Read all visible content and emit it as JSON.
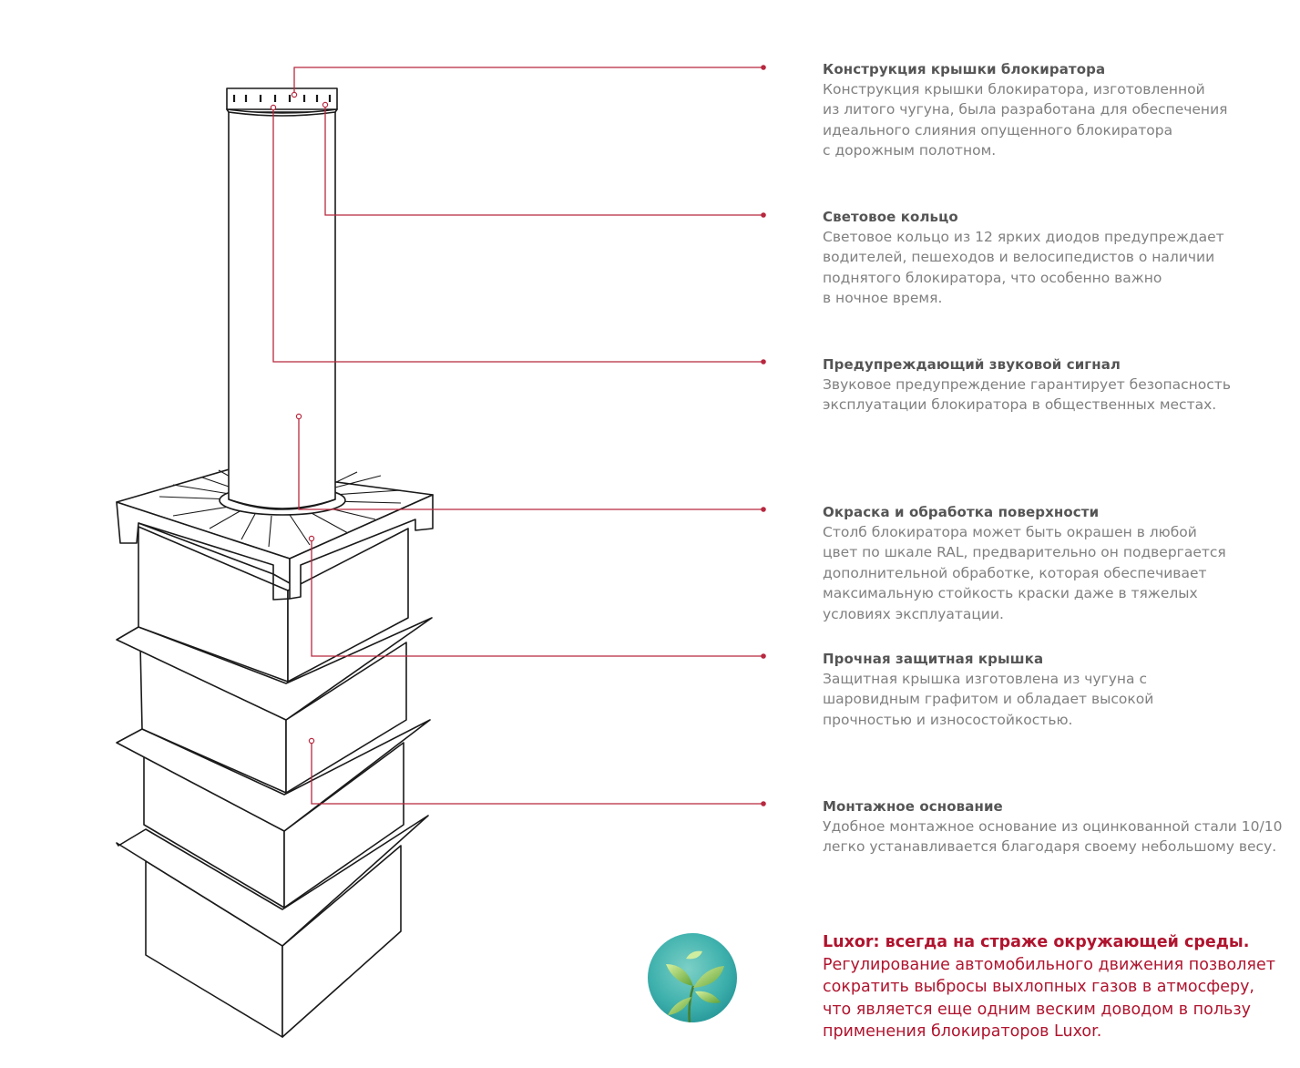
{
  "colors": {
    "accent": "#b0142e",
    "line": "#b8283f",
    "heading": "#555555",
    "body_text": "#808080",
    "outline": "#1a1a1a"
  },
  "callouts": [
    {
      "title": "Конструкция крышки блокиратора",
      "text": "Конструкция крышки блокиратора, изготовленной\nиз литого чугуна, была разработана для обеспечения\nидеального слияния опущенного блокиратора\nс дорожным полотном."
    },
    {
      "title": "Световое кольцо",
      "text": "Световое кольцо из 12 ярких диодов предупреждает\nводителей, пешеходов и велосипедистов о наличии\nподнятого блокиратора, что особенно важно\nв ночное время."
    },
    {
      "title": "Предупреждающий звуковой сигнал",
      "text": "Звуковое предупреждение гарантирует безопасность\nэксплуатации блокиратора в общественных местах."
    },
    {
      "title": "Окраска и обработка поверхности",
      "text": "Столб блокиратора может быть окрашен в любой\nцвет по шкале RAL, предварительно он подвергается\nдополнительной обработке, которая обеспечивает\nмаксимальную стойкость краски даже в тяжелых\nусловиях эксплуатации."
    },
    {
      "title": "Прочная защитная крышка",
      "text": "Защитная крышка изготовлена из чугуна с\nшаровидным графитом и обладает высокой\nпрочностью и износостойкостью."
    },
    {
      "title": "Монтажное основание",
      "text": "Удобное монтажное основание  из оцинкованной стали 10/10\nлегко устанавливается благодаря своему небольшому весу."
    }
  ],
  "eco": {
    "title": "Luxor: всегда на страже окружающей среды.",
    "text": "Регулирование автомобильного движения позволяет\nсократить выбросы выхлопных газов в атмосферу,\nчто является еще одним веским доводом в пользу\nприменения блокираторов Luxor.",
    "icon": "leaf-icon"
  }
}
